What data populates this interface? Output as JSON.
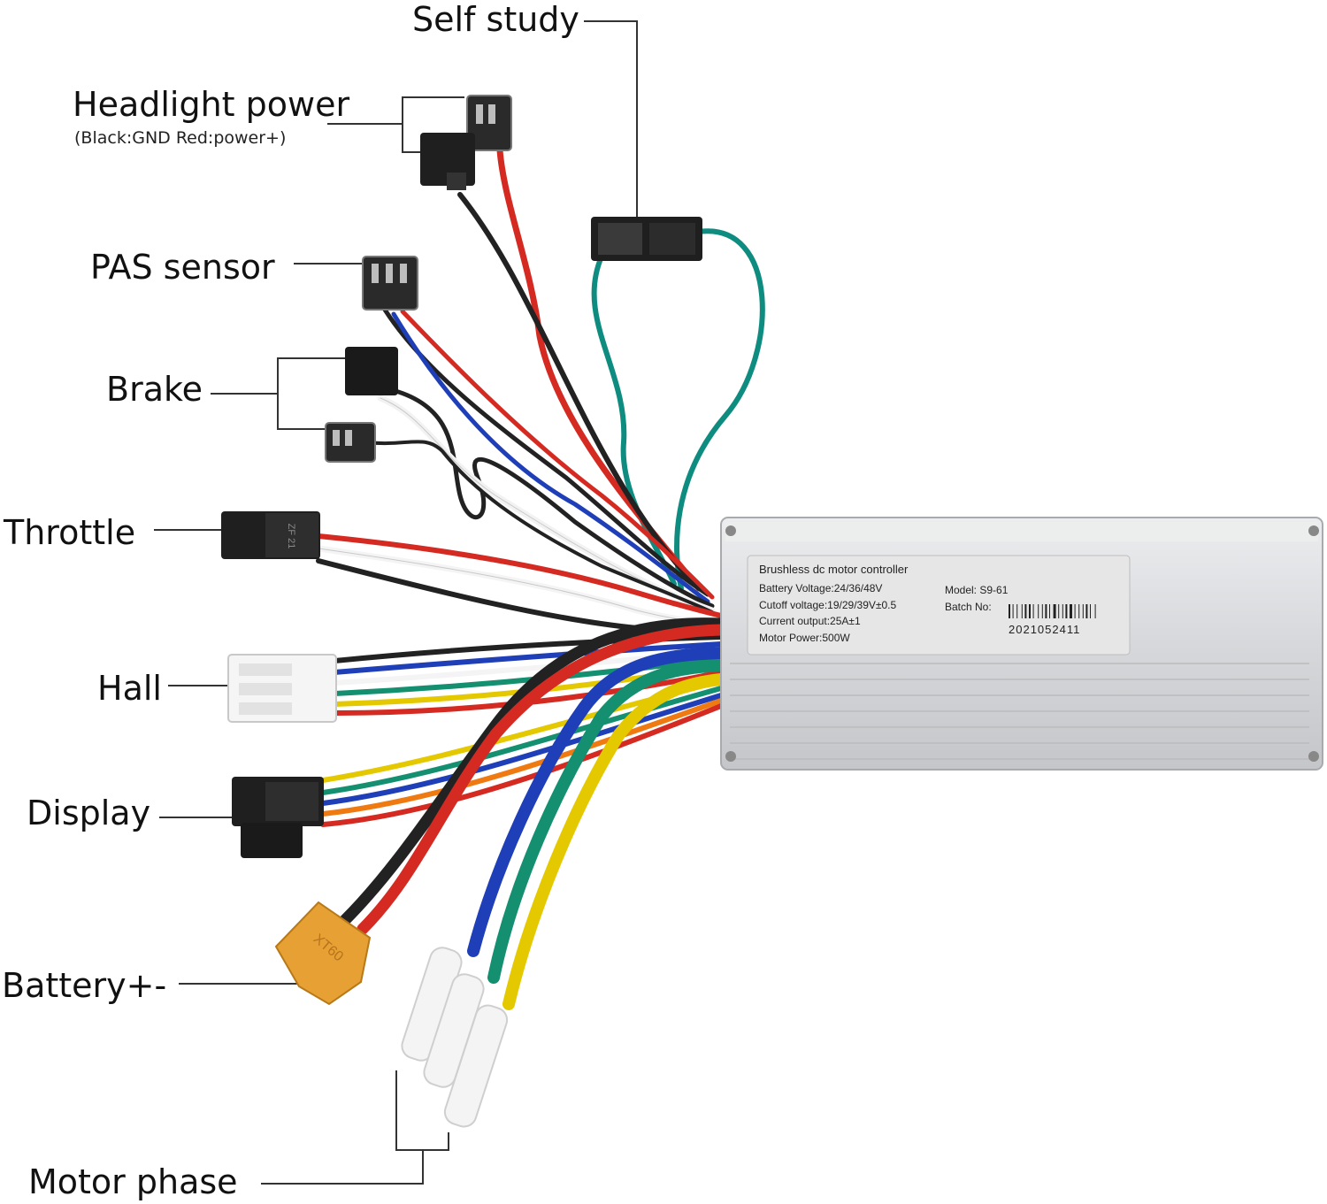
{
  "labels": {
    "self_study": "Self study",
    "headlight_power": "Headlight power",
    "headlight_note": "(Black:GND Red:power+)",
    "pas_sensor": "PAS sensor",
    "brake": "Brake",
    "throttle": "Throttle",
    "hall": "Hall",
    "display": "Display",
    "battery": "Battery+-",
    "motor_phase": "Motor phase"
  },
  "controller": {
    "title": "Brushless dc motor controller",
    "battery_voltage": "Battery Voltage:24/36/48V",
    "cutoff_voltage": "Cutoff voltage:19/29/39V±0.5",
    "current_output": "Current output:25A±1",
    "motor_power": "Motor Power:500W",
    "model": "Model:  S9-61",
    "batch_label": "Batch No:",
    "batch_number": "2021052411"
  },
  "connectors": {
    "throttle_mark": "ZF 21",
    "battery_plug_mark": "XT60"
  },
  "colors": {
    "red": "#d42a22",
    "black": "#222222",
    "blue": "#1f3fb8",
    "green": "#149070",
    "yellow": "#e4c800",
    "white": "#f4f4f4",
    "orange": "#ef7a12",
    "teal": "#0f8c80",
    "aluminum": "#dfe0e2",
    "xt60": "#e6a033"
  }
}
